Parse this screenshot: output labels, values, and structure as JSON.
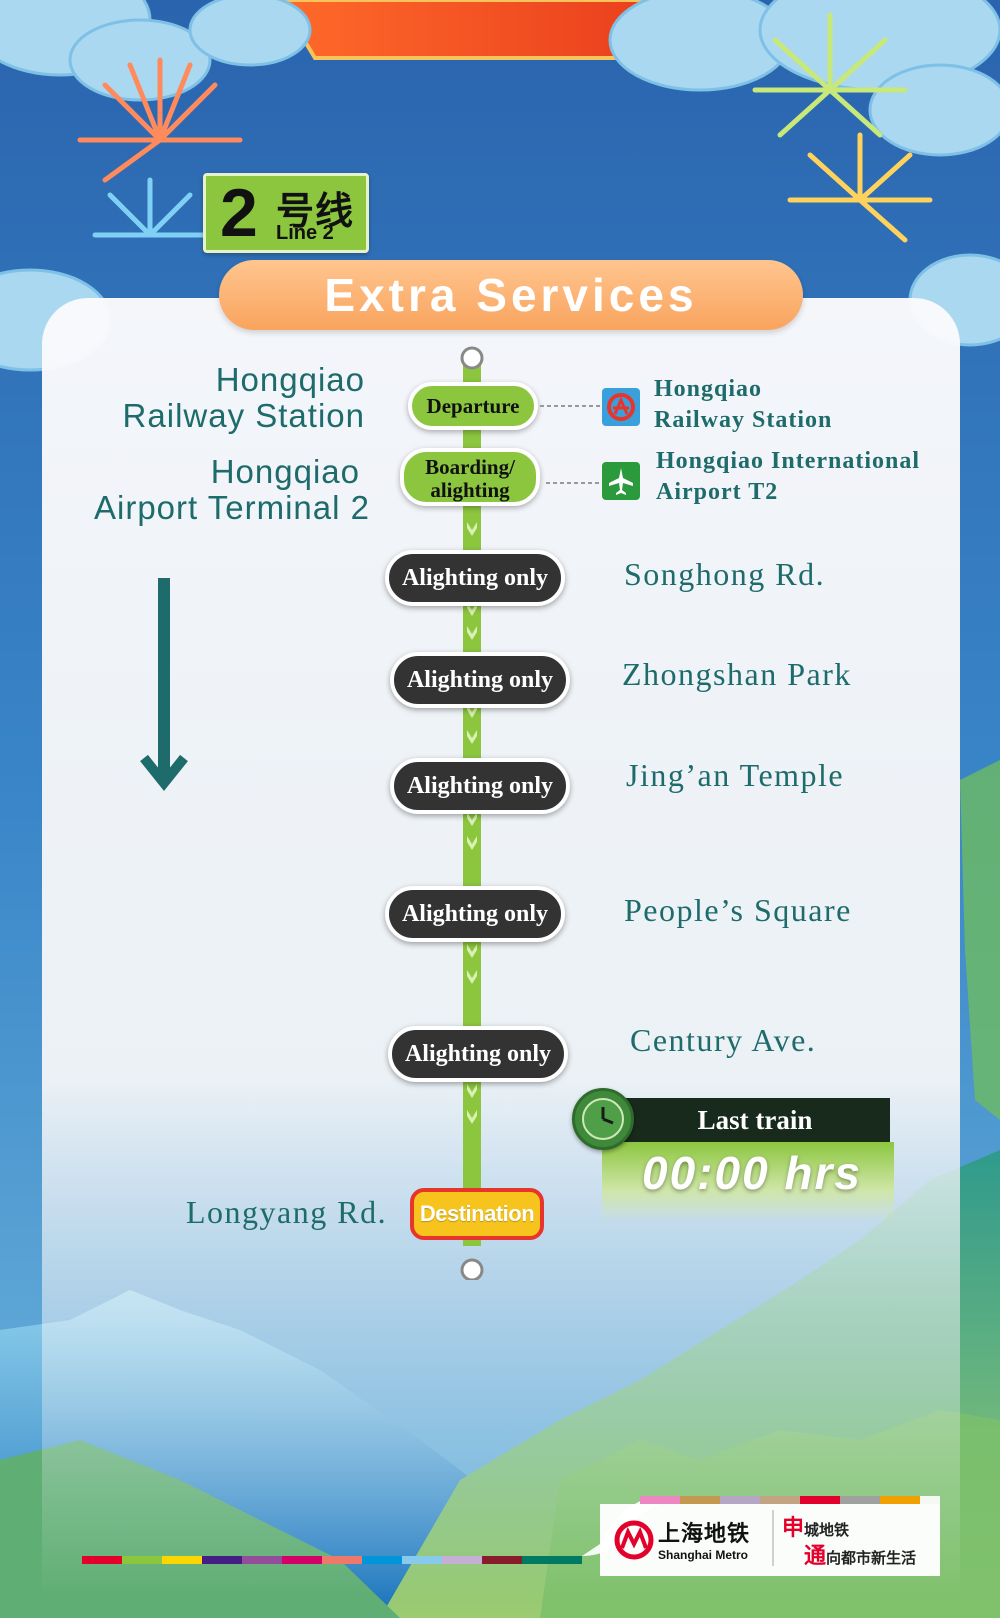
{
  "line_badge": {
    "number": "2",
    "name_cn": "号线",
    "name_en": "Line 2",
    "color": "#8cc63f"
  },
  "title": "Extra Services",
  "origin": {
    "station1": [
      "Hongqiao",
      "Railway Station"
    ],
    "station2": [
      "Hongqiao",
      "Airport Terminal 2"
    ]
  },
  "stops": [
    {
      "label": "Departure",
      "type": "departure",
      "station": [
        "Hongqiao",
        "Railway Station"
      ],
      "icon": "railway-icon"
    },
    {
      "label": "Boarding/\nalighting",
      "label_lines": [
        "Boarding/",
        "alighting"
      ],
      "type": "boarding",
      "station": [
        "Hongqiao International",
        "Airport T2"
      ],
      "icon": "airplane-icon"
    },
    {
      "label": "Alighting only",
      "station": "Songhong Rd."
    },
    {
      "label": "Alighting only",
      "station": "Zhongshan Park"
    },
    {
      "label": "Alighting only",
      "station": "Jing’an Temple"
    },
    {
      "label": "Alighting only",
      "station": "People’s Square"
    },
    {
      "label": "Alighting only",
      "station": "Century Ave."
    }
  ],
  "destination": {
    "label": "Destination",
    "station": "Longyang Rd."
  },
  "last_train": {
    "label": "Last train",
    "time": "00:00 hrs"
  },
  "footer": {
    "logo_cn": "上海地铁",
    "logo_en": "Shanghai Metro",
    "slogan_line1": "城地铁",
    "slogan_char1": "申",
    "slogan_line2": "向都市新生活",
    "slogan_char2": "通"
  },
  "colors": {
    "line_green": "#8cc63f",
    "teal_text": "#1e6b6b",
    "sky_blue": "#2b6eb5",
    "banner_orange": "#f9a45e",
    "dest_red": "#e8352b",
    "dest_yellow": "#f7c41d"
  }
}
